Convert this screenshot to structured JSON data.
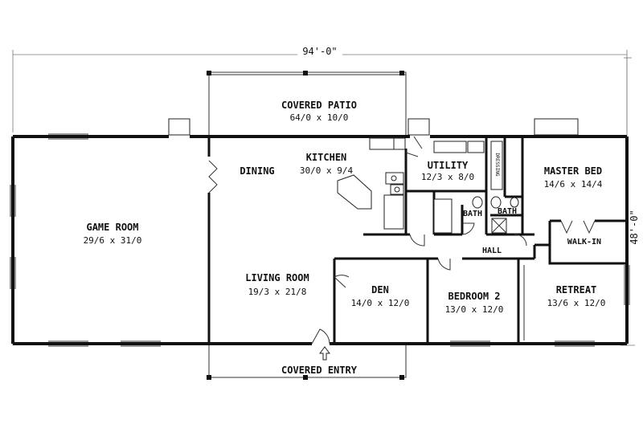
{
  "dimensions": {
    "width": "94'-0\"",
    "depth": "48'-0\""
  },
  "rooms": {
    "covered_patio": {
      "name": "COVERED PATIO",
      "size": "64/0 x 10/0"
    },
    "kitchen": {
      "name": "KITCHEN",
      "size": "30/0 x 9/4"
    },
    "dining": {
      "name": "DINING"
    },
    "utility": {
      "name": "UTILITY",
      "size": "12/3 x 8/0"
    },
    "dressing": {
      "name": "DRESSING"
    },
    "master_bed": {
      "name": "MASTER BED",
      "size": "14/6 x 14/4"
    },
    "game_room": {
      "name": "GAME ROOM",
      "size": "29/6 x 31/0"
    },
    "bath_1": {
      "name": "BATH"
    },
    "bath_2": {
      "name": "BATH"
    },
    "walk_in": {
      "name": "WALK-IN"
    },
    "hall": {
      "name": "HALL"
    },
    "living_room": {
      "name": "LIVING ROOM",
      "size": "19/3 x 21/8"
    },
    "den": {
      "name": "DEN",
      "size": "14/0 x 12/0"
    },
    "bedroom_2": {
      "name": "BEDROOM 2",
      "size": "13/0 x 12/0"
    },
    "retreat": {
      "name": "RETREAT",
      "size": "13/6 x 12/0"
    },
    "covered_entry": {
      "name": "COVERED ENTRY"
    }
  }
}
